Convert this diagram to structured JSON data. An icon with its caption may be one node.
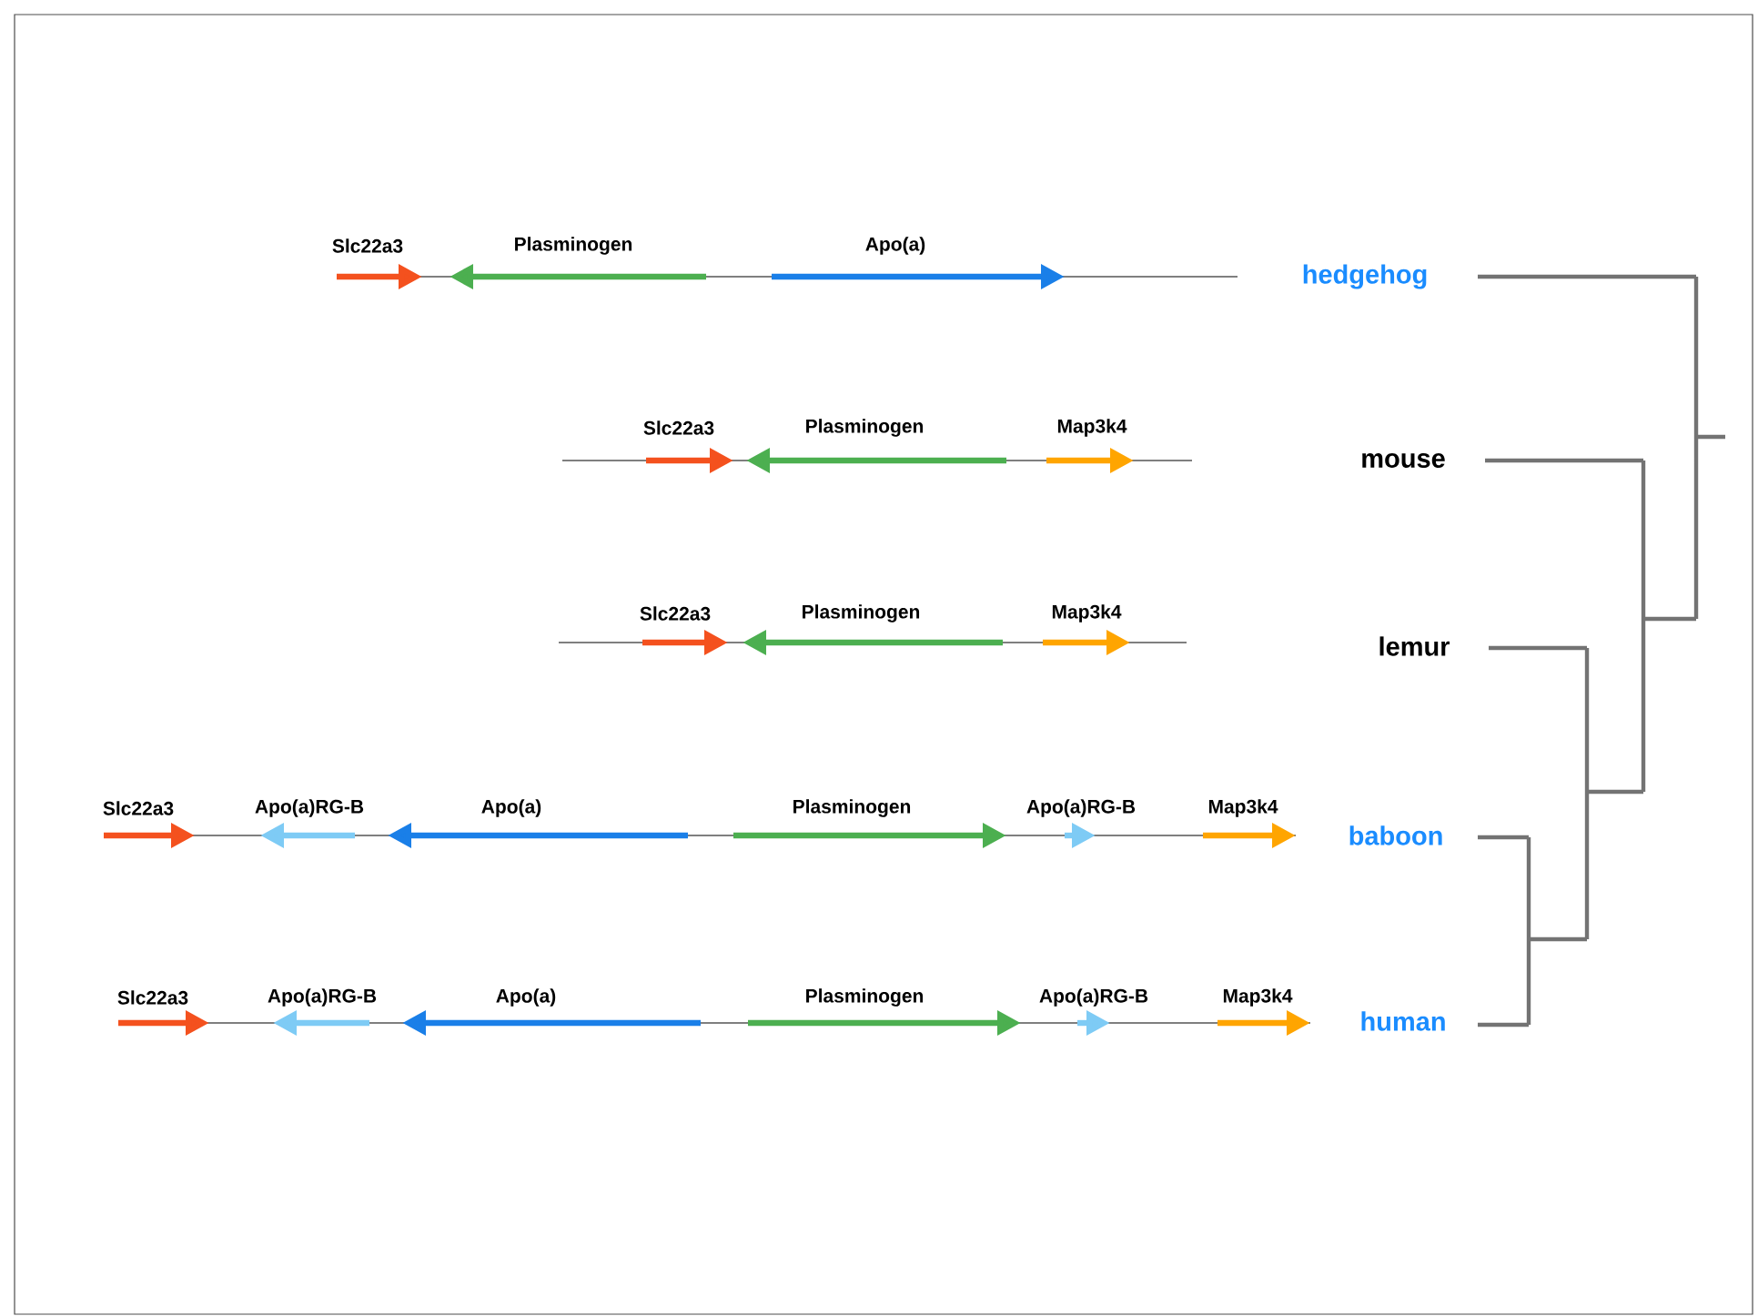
{
  "diagram": {
    "labels": [
      "Slc22a3",
      "Plasminogen",
      "Apo(a)",
      "hedgehog",
      "Slc22a3",
      "Plasminogen",
      "Map3k4",
      "mouse",
      "Slc22a3",
      "Plasminogen",
      "Map3k4",
      "lemur",
      "Slc22a3",
      "Apo(a)RG-B",
      "Apo(a)",
      "Plasminogen",
      "Apo(a)RG-B",
      "Map3k4",
      "baboon",
      "Slc22a3",
      "Apo(a)RG-B",
      "Apo(a)",
      "Plasminogen",
      "Apo(a)RG-B",
      "Map3k4",
      "human"
    ]
  }
}
